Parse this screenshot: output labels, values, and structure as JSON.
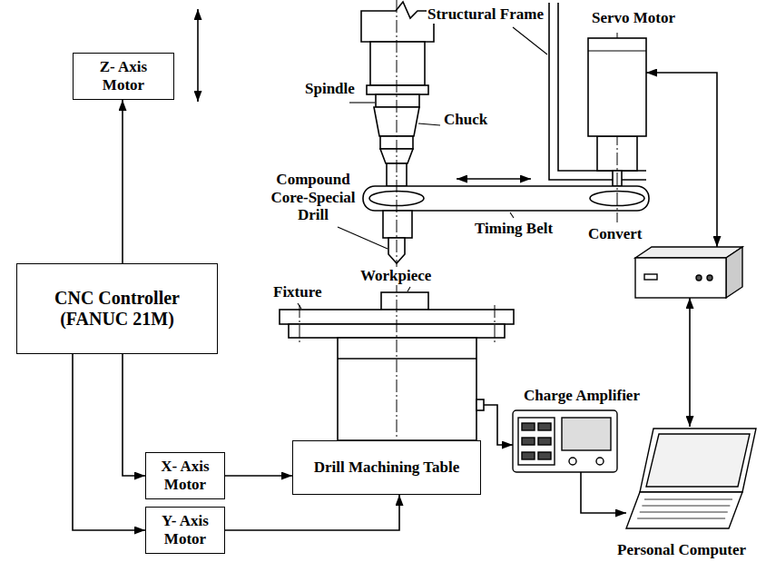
{
  "diagram": {
    "nodes": [
      {
        "text": [
          "Z- Axis Motor"
        ]
      },
      {
        "text": [
          "CNC Controller (FANUC 21M)"
        ]
      },
      {
        "text": [
          "X- Axis Motor"
        ]
      },
      {
        "text": [
          "Y- Axis Motor"
        ]
      },
      {
        "text": [
          "Drill Machining Table"
        ]
      },
      {
        "text": [
          "Servo Motor"
        ]
      },
      {
        "text": [
          "Convert"
        ]
      },
      {
        "text": [
          "Charge Amplifier"
        ]
      },
      {
        "text": [
          "Personal Computer"
        ]
      }
    ],
    "edges": [
      {
        "from": 1,
        "to": 0,
        "arrow": "to"
      },
      {
        "from": 1,
        "to": 2,
        "arrow": "to"
      },
      {
        "from": 1,
        "to": 3,
        "arrow": "to"
      },
      {
        "from": 2,
        "to": 4,
        "arrow": "to"
      },
      {
        "from": 3,
        "to": 4,
        "arrow": "to"
      },
      {
        "from": 5,
        "to": 6,
        "arrow": "both"
      },
      {
        "from": 6,
        "to": 8,
        "arrow": "both"
      },
      {
        "from": 7,
        "to": 8,
        "arrow": "to"
      }
    ],
    "labels": [
      "Structural Frame",
      "Spindle",
      "Chuck",
      "Compound Core-Special Drill",
      "Timing Belt",
      "Workpiece",
      "Fixture"
    ]
  }
}
